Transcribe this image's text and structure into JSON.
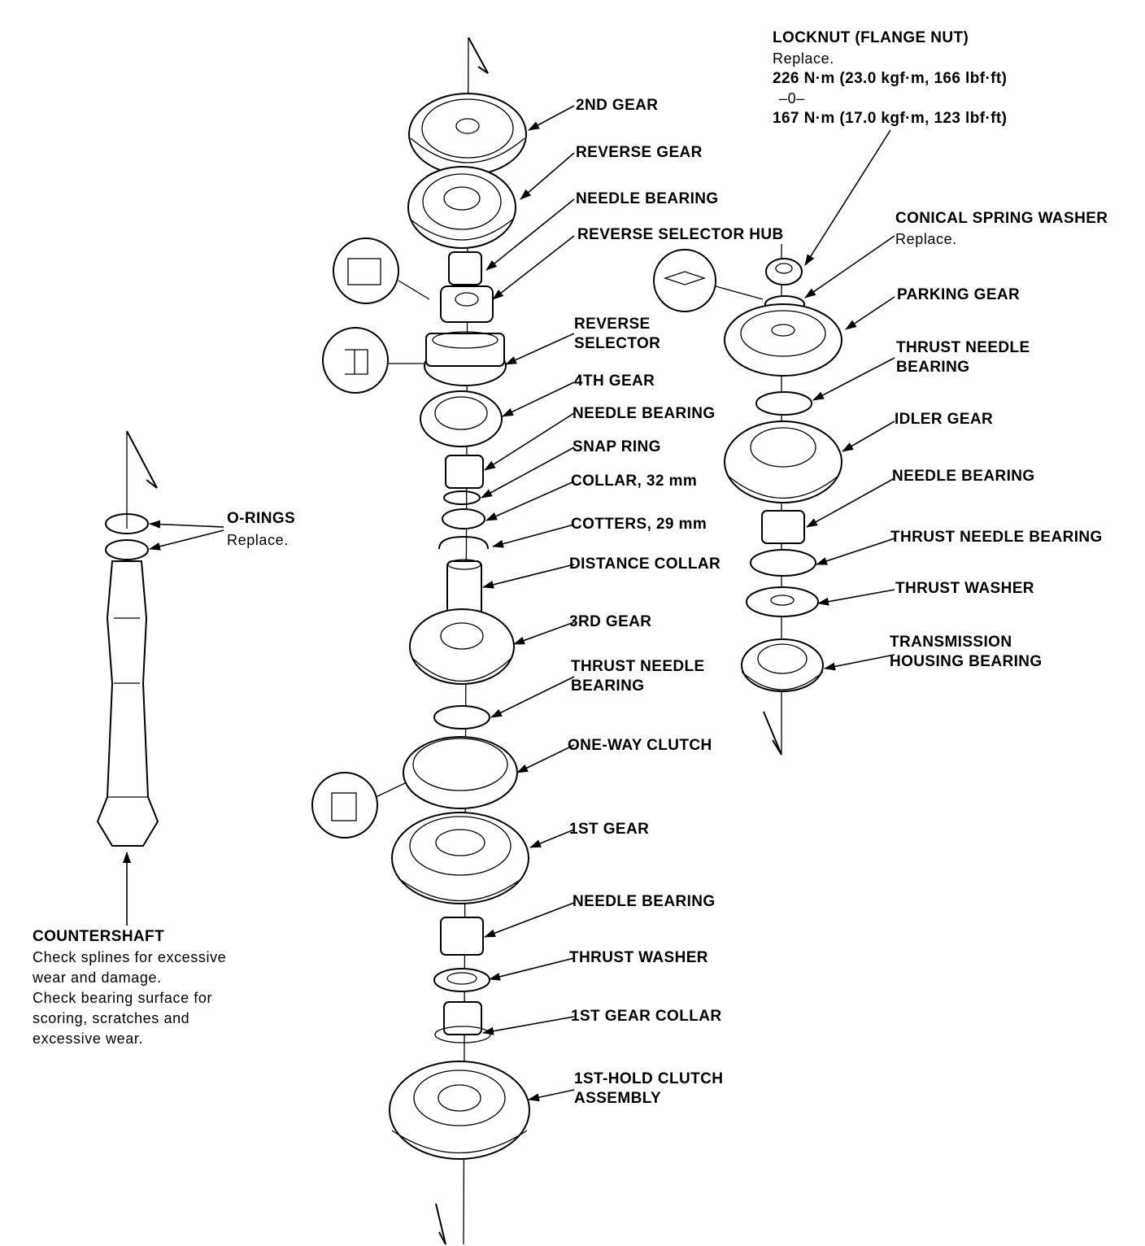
{
  "labels": {
    "second_gear": "2ND GEAR",
    "reverse_gear": "REVERSE GEAR",
    "needle_bearing_upper": "NEEDLE BEARING",
    "reverse_selector_hub": "REVERSE SELECTOR HUB",
    "reverse_selector_line1": "REVERSE",
    "reverse_selector_line2": "SELECTOR",
    "fourth_gear": "4TH GEAR",
    "needle_bearing_mid": "NEEDLE BEARING",
    "snap_ring": "SNAP RING",
    "collar_32": "COLLAR, 32 mm",
    "cotters_29": "COTTERS, 29 mm",
    "distance_collar": "DISTANCE COLLAR",
    "third_gear": "3RD GEAR",
    "thrust_needle_bearing_line1": "THRUST NEEDLE",
    "thrust_needle_bearing_line2": "BEARING",
    "one_way_clutch": "ONE-WAY CLUTCH",
    "first_gear": "1ST GEAR",
    "needle_bearing_lower": "NEEDLE BEARING",
    "thrust_washer": "THRUST WASHER",
    "first_gear_collar": "1ST GEAR COLLAR",
    "first_hold_clutch_line1": "1ST-HOLD CLUTCH",
    "first_hold_clutch_line2": "ASSEMBLY",
    "locknut_title": "LOCKNUT (FLANGE NUT)",
    "locknut_replace": "Replace.",
    "locknut_torque1": "226 N·m (23.0 kgf·m, 166 lbf·ft)",
    "locknut_or": "–0–",
    "locknut_torque2": "167 N·m (17.0 kgf·m, 123 lbf·ft)",
    "conical_spring_washer": "CONICAL SPRING WASHER",
    "conical_replace": "Replace.",
    "parking_gear": "PARKING GEAR",
    "r_thrust_needle_bearing_line1": "THRUST NEEDLE",
    "r_thrust_needle_bearing_line2": "BEARING",
    "idler_gear": "IDLER GEAR",
    "r_needle_bearing": "NEEDLE BEARING",
    "r_thrust_needle_bearing_full": "THRUST NEEDLE BEARING",
    "r_thrust_washer": "THRUST WASHER",
    "housing_bearing_line1": "TRANSMISSION",
    "housing_bearing_line2": "HOUSING BEARING",
    "o_rings": "O-RINGS",
    "o_rings_replace": "Replace.",
    "countershaft": "COUNTERSHAFT",
    "cs_note1": "Check splines for excessive",
    "cs_note2": "wear and damage.",
    "cs_note3": "Check bearing surface for",
    "cs_note4": "scoring, scratches and",
    "cs_note5": "excessive wear."
  }
}
